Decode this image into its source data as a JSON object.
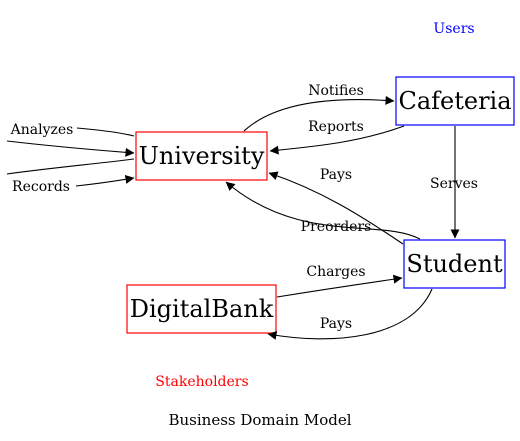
{
  "colors": {
    "users": "#0000ff",
    "stakeholders": "#ff0000",
    "edge": "#000000"
  },
  "clusters": {
    "users": "Users",
    "stakeholders": "Stakeholders"
  },
  "nodes": {
    "university": "University",
    "cafeteria": "Cafeteria",
    "student": "Student",
    "digitalbank": "DigitalBank"
  },
  "external_labels": {
    "analyzes": "Analyzes",
    "records": "Records"
  },
  "edges": {
    "notifies": "Notifies",
    "reports": "Reports",
    "serves": "Serves",
    "pays_student_university": "Pays",
    "preorders": "Preorders",
    "charges": "Charges",
    "pays_student_bank": "Pays"
  },
  "caption": "Business Domain Model"
}
